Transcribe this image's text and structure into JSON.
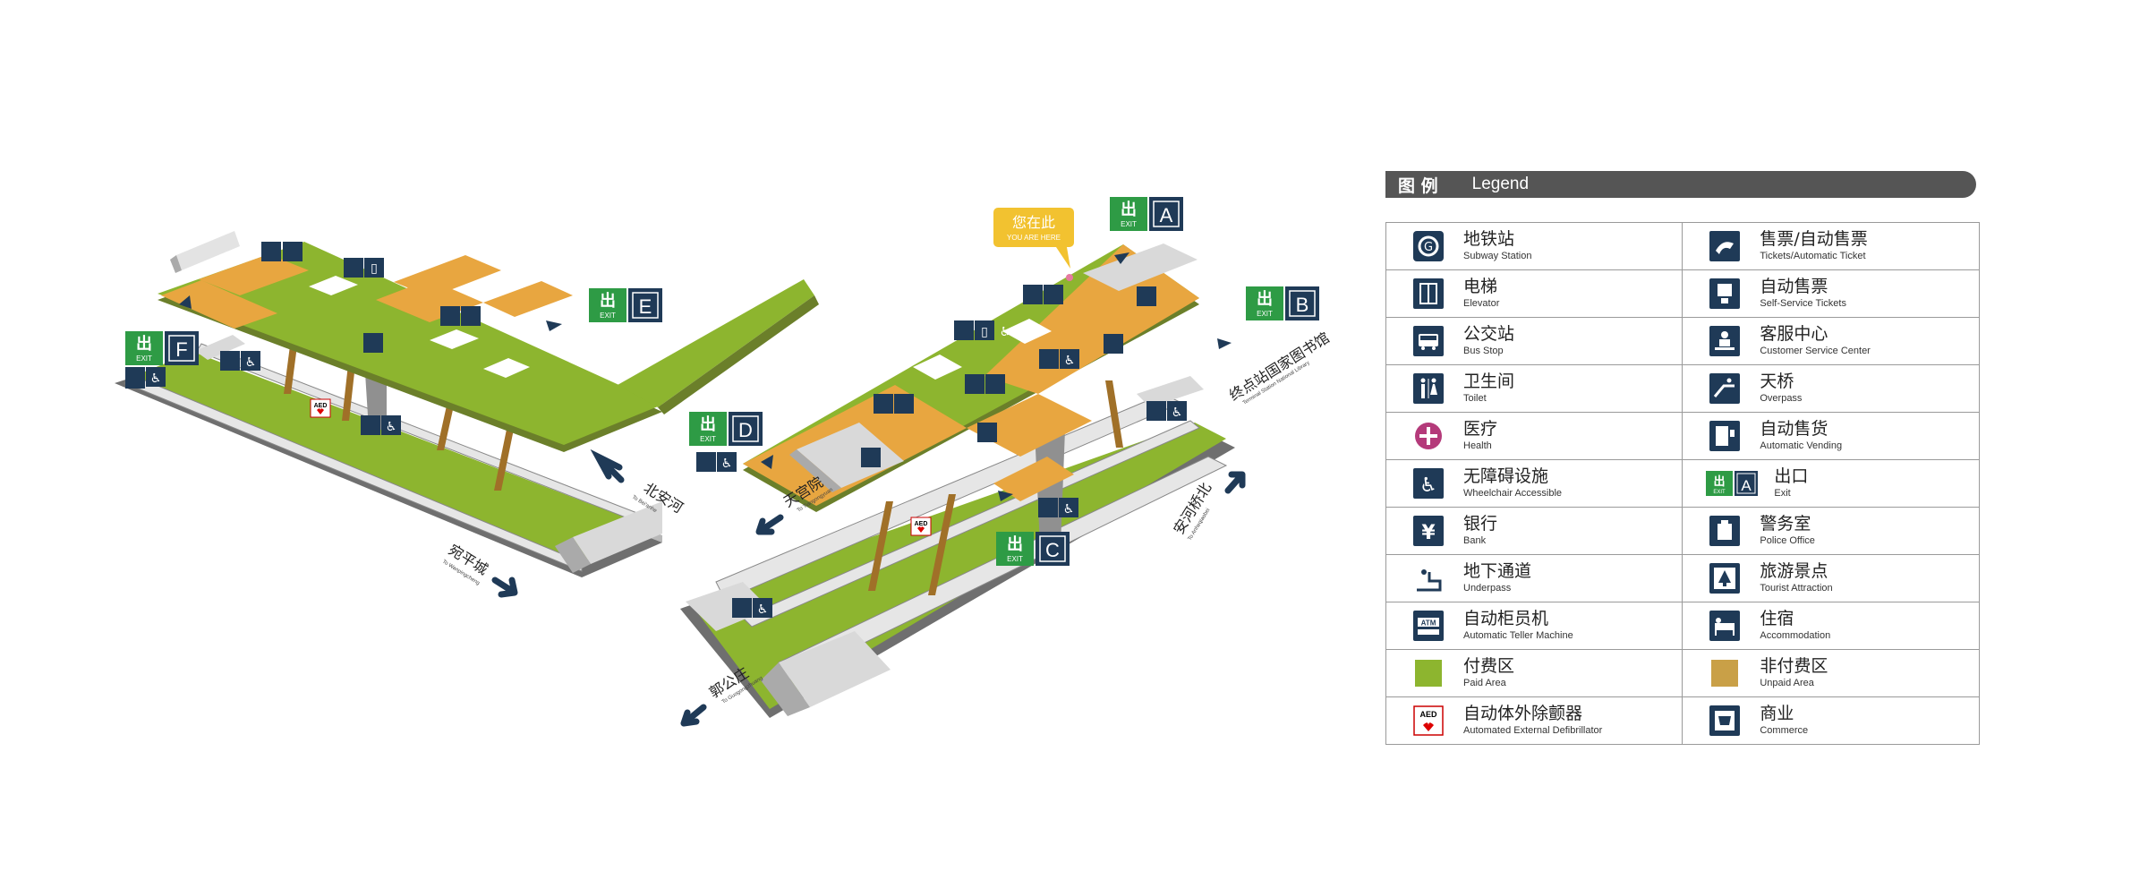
{
  "map": {
    "you_are_here": {
      "cn": "您在此",
      "en": "YOU ARE HERE"
    },
    "exits": [
      {
        "id": "exit-a",
        "letter": "A",
        "cn": "出",
        "en": "EXIT"
      },
      {
        "id": "exit-b",
        "letter": "B",
        "cn": "出",
        "en": "EXIT"
      },
      {
        "id": "exit-c",
        "letter": "C",
        "cn": "出",
        "en": "EXIT"
      },
      {
        "id": "exit-d",
        "letter": "D",
        "cn": "出",
        "en": "EXIT"
      },
      {
        "id": "exit-e",
        "letter": "E",
        "cn": "出",
        "en": "EXIT"
      },
      {
        "id": "exit-f",
        "letter": "F",
        "cn": "出",
        "en": "EXIT"
      }
    ],
    "aed": "AED",
    "directions": [
      {
        "id": "dir-beianhe",
        "cn": "北安河",
        "en": "To Bei'anhe"
      },
      {
        "id": "dir-yuanpingcheng",
        "cn": "宛平城",
        "en": "To Wanpingcheng"
      },
      {
        "id": "dir-tiangongyuan",
        "cn": "天宫院",
        "en": "To Tiangongyuan"
      },
      {
        "id": "dir-guogongzhuang",
        "cn": "郭公庄",
        "en": "To Guogongzhuang"
      },
      {
        "id": "dir-anheqiaobei",
        "cn": "安河桥北",
        "en": "To Anheqiaobei"
      },
      {
        "id": "dir-terminal",
        "cn": "终点站国家图书馆",
        "en": "Terminal Station National Library"
      }
    ]
  },
  "legend": {
    "title_cn": "图 例",
    "title_en": "Legend",
    "items": [
      {
        "icon": "subway-station-icon",
        "cn": "地铁站",
        "en": "Subway Station"
      },
      {
        "icon": "tickets-icon",
        "cn": "售票/自动售票",
        "en": "Tickets/Automatic Ticket"
      },
      {
        "icon": "elevator-icon",
        "cn": "电梯",
        "en": "Elevator"
      },
      {
        "icon": "self-service-tickets-icon",
        "cn": "自动售票",
        "en": "Self-Service Tickets"
      },
      {
        "icon": "bus-stop-icon",
        "cn": "公交站",
        "en": "Bus Stop"
      },
      {
        "icon": "customer-service-icon",
        "cn": "客服中心",
        "en": "Customer Service Center"
      },
      {
        "icon": "toilet-icon",
        "cn": "卫生间",
        "en": "Toilet"
      },
      {
        "icon": "overpass-icon",
        "cn": "天桥",
        "en": "Overpass"
      },
      {
        "icon": "health-icon",
        "cn": "医疗",
        "en": "Health"
      },
      {
        "icon": "automatic-vending-icon",
        "cn": "自动售货",
        "en": "Automatic Vending"
      },
      {
        "icon": "wheelchair-icon",
        "cn": "无障碍设施",
        "en": "Wheelchair Accessible"
      },
      {
        "icon": "exit-icon",
        "cn": "出口",
        "en": "Exit",
        "badge_cn": "出",
        "badge_en": "EXIT",
        "badge_letter": "A"
      },
      {
        "icon": "bank-icon",
        "cn": "银行",
        "en": "Bank"
      },
      {
        "icon": "police-office-icon",
        "cn": "警务室",
        "en": "Police Office"
      },
      {
        "icon": "underpass-icon",
        "cn": "地下通道",
        "en": "Underpass"
      },
      {
        "icon": "tourist-attraction-icon",
        "cn": "旅游景点",
        "en": "Tourist Attraction"
      },
      {
        "icon": "atm-icon",
        "cn": "自动柜员机",
        "en": "Automatic Teller Machine",
        "badge": "ATM"
      },
      {
        "icon": "accommodation-icon",
        "cn": "住宿",
        "en": "Accommodation"
      },
      {
        "icon": "paid-area-swatch",
        "cn": "付费区",
        "en": "Paid Area",
        "color": "#8DB52F"
      },
      {
        "icon": "unpaid-area-swatch",
        "cn": "非付费区",
        "en": "Unpaid Area",
        "color": "#C9A047"
      },
      {
        "icon": "aed-icon",
        "cn": "自动体外除颤器",
        "en": "Automated External Defibrillator",
        "badge": "AED"
      },
      {
        "icon": "commerce-icon",
        "cn": "商业",
        "en": "Commerce"
      }
    ]
  },
  "colors": {
    "paid": "#8DB52F",
    "unpaid": "#E8A640",
    "navy": "#1F3A57",
    "exit_green": "#2E9B45",
    "legend_header": "#555555"
  }
}
